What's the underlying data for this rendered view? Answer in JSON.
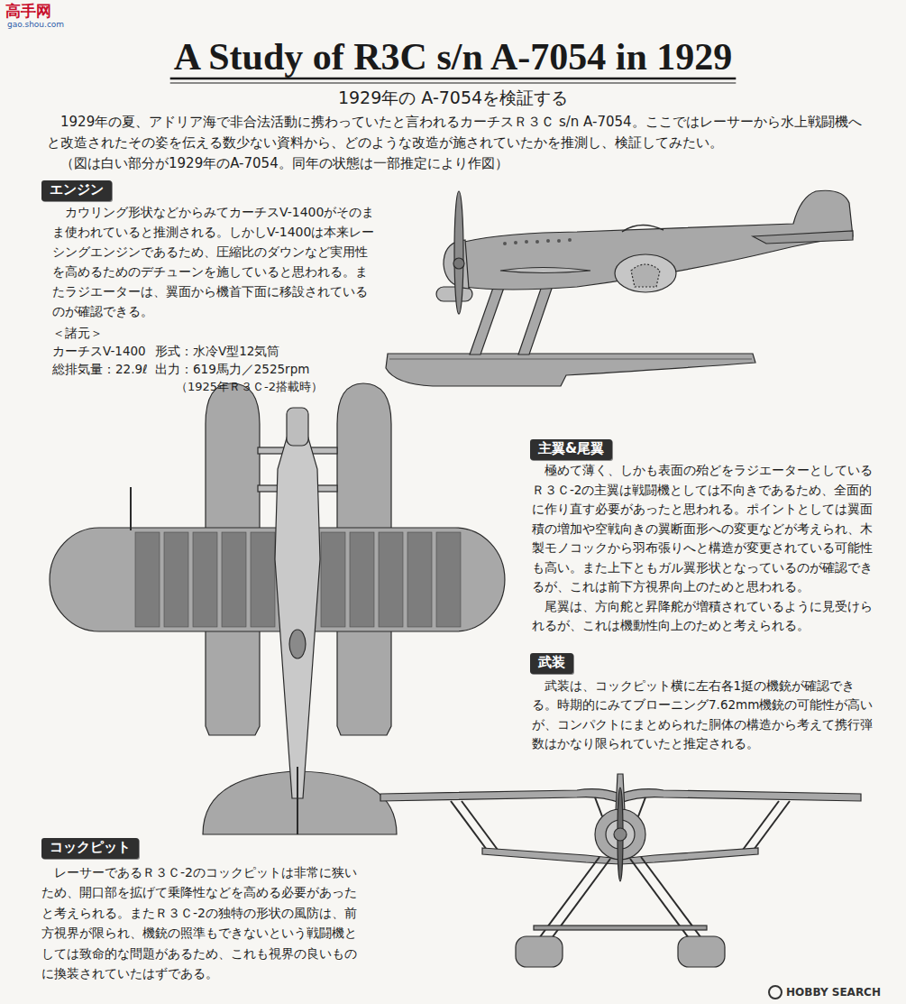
{
  "diagram": {
    "title": "A Study of R3C s/n A-7054 in 1929",
    "nodes": [
      {
        "text": [
          "エンジン"
        ]
      },
      {
        "text": [
          "主翼&尾翼"
        ]
      },
      {
        "text": [
          "武装"
        ]
      },
      {
        "text": [
          "コックピット"
        ]
      }
    ],
    "edges": [],
    "labels": [
      "高手网",
      "gao.shou.com",
      "1929年の A-7054を検証する",
      "1929年の夏、アドリア海で非合法活動に携わっていたと言われるカーチスＲ３Ｃ s/n A-7054。ここではレーサーから水上戦闘機へと改造されたその姿を伝える数少ない資料から、どのような改造が施されていたかを推測し、検証してみたい。",
      "（図は白い部分が1929年のA-7054。同年の状態は一部推定により作図）",
      "カウリング形状などからみてカーチスV-1400がそのまま使われていると推測される。しかしV-1400は本来レーシングエンジンであるため、圧縮比のダウンなど実用性を高めるためのデチューンを施していると思われる。またラジエーターは、翼面から機首下面に移設されているのが確認できる。",
      "＜諸元＞",
      "カーチスV-1400",
      "形式：水冷V型12気筒",
      "総排気量：22.9ℓ",
      "出力：619馬力／2525rpm",
      "（1925年Ｒ３Ｃ-2搭載時）",
      "極めて薄く、しかも表面の殆どをラジエーターとしているＲ３Ｃ-2の主翼は戦闘機としては不向きであるため、全面的に作り直す必要があったと思われる。ポイントとしては翼面積の増加や空戦向きの翼断面形への変更などが考えられ、木製モノコックから羽布張りへと構造が変更されている可能性も高い。また上下ともガル翼形状となっているのが確認できるが、これは前下方視界向上のためと思われる。",
      "尾翼は、方向舵と昇降舵が増積されているように見受けられるが、これは機動性向上のためと考えられる。",
      "武装は、コックピット横に左右各1挺の機銃が確認できる。時期的にみてブローニング7.62mm機銃の可能性が高いが、コンパクトにまとめられた胴体の構造から考えて携行弾数はかなり限られていたと推定される。",
      "レーサーであるＲ３Ｃ-2のコックピットは非常に狭いため、開口部を拡げて乗降性などを高める必要があったと考えられる。またＲ３Ｃ-2の独特の形状の風防は、前方視界が限られ、機銃の照準もできないという戦闘機としては致命的な問題があるため、これも視界の良いものに換装されていたはずである。",
      "HOBBY SEARCH"
    ]
  }
}
